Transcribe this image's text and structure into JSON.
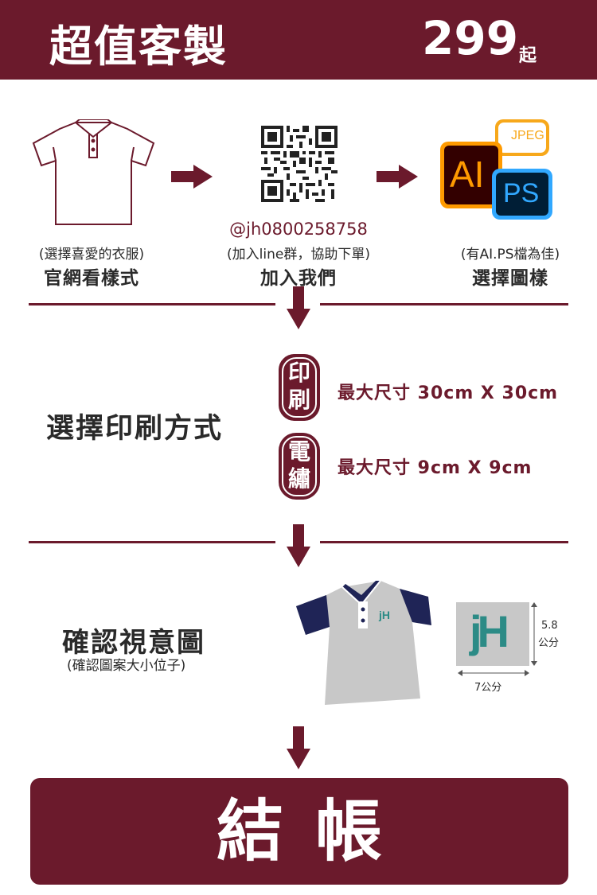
{
  "header": {
    "title": "超值客製",
    "price": "299",
    "price_suffix": "起"
  },
  "step1": {
    "note": "(選擇喜愛的衣服)",
    "label": "官網看樣式",
    "icon": "polo-shirt-outline-icon"
  },
  "step2": {
    "handle": "@jh0800258758",
    "note": "(加入line群，協助下單)",
    "label": "加入我們",
    "icon": "qr-code-icon"
  },
  "step3": {
    "note": "(有AI.PS檔為佳)",
    "label": "選擇圖樣",
    "icons": {
      "jpeg": "JPEG",
      "ai": "AI",
      "ps": "PS"
    }
  },
  "print_section": {
    "title": "選擇印刷方式",
    "methods": [
      {
        "badge": [
          "印",
          "刷"
        ],
        "spec": "最大尺寸 30cm X 30cm"
      },
      {
        "badge": [
          "電",
          "繡"
        ],
        "spec": "最大尺寸 9cm X 9cm"
      }
    ]
  },
  "confirm_section": {
    "title": "確認視意圖",
    "note": "(確認圖案大小位子)",
    "logo_text": "jH",
    "height_label": "5.8",
    "height_unit": "公分",
    "width_label": "7公分"
  },
  "checkout": {
    "label": "結帳"
  },
  "colors": {
    "brand": "#6b1a2c",
    "navy": "#1f2456",
    "grey": "#c8c8c8",
    "teal": "#2c8b86"
  }
}
